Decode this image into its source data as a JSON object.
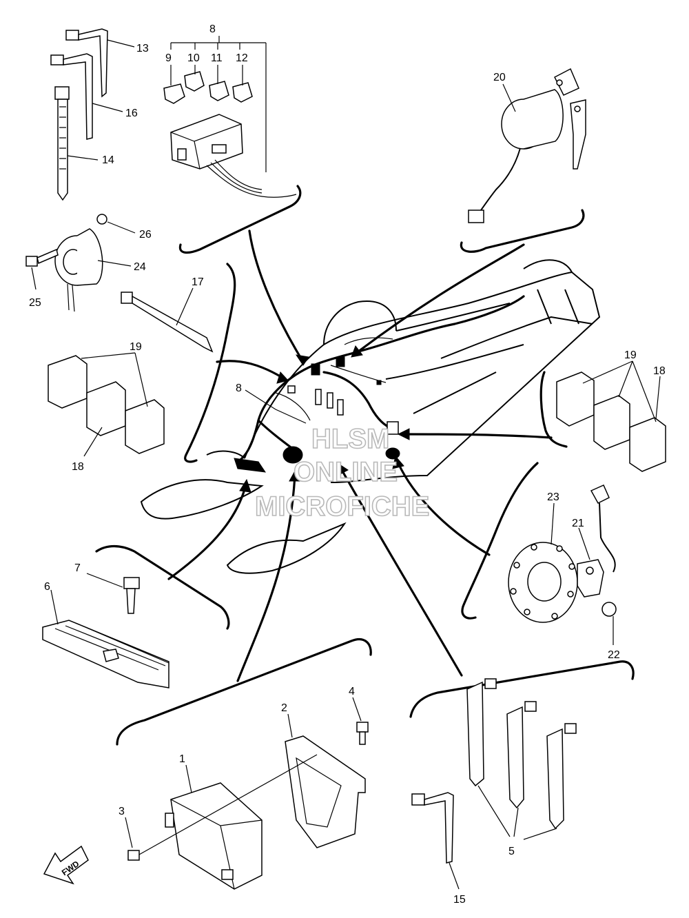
{
  "watermark": {
    "line1": "HLSM",
    "line2": "ONLINE",
    "line3": "MICROFICHE"
  },
  "fwd_label": "FWD",
  "callouts": {
    "c1": "1",
    "c2": "2",
    "c3": "3",
    "c4": "4",
    "c5": "5",
    "c6": "6",
    "c7": "7",
    "c8_top": "8",
    "c8_mid": "8",
    "c9": "9",
    "c10": "10",
    "c11": "11",
    "c12": "12",
    "c13": "13",
    "c14": "14",
    "c15": "15",
    "c16": "16",
    "c17": "17",
    "c18_left": "18",
    "c18_right": "18",
    "c19_left": "19",
    "c19_right": "19",
    "c20": "20",
    "c21": "21",
    "c22": "22",
    "c23": "23",
    "c24": "24",
    "c25": "25",
    "c26": "26"
  }
}
